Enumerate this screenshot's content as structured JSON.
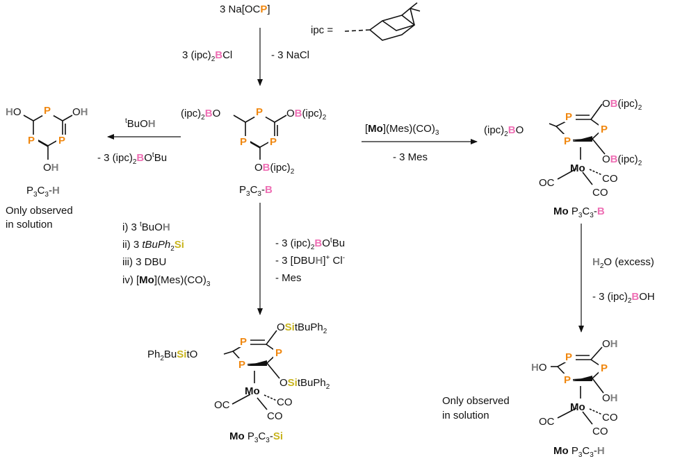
{
  "colors": {
    "P": "#f0870f",
    "B": "#ee6fb4",
    "Si": "#c8b41e",
    "H": "#808080",
    "text": "#111111"
  },
  "start": {
    "coef": "3",
    "reagent_pre": "Na[OC",
    "atom": "P",
    "reagent_post": "]"
  },
  "ipc_def": {
    "label": "ipc ="
  },
  "step1": {
    "reagent_pre": "3 (ipc)",
    "sub": "2",
    "atom": "B",
    "reagent_post": "Cl",
    "byproduct": "- 3 NaCl"
  },
  "center": {
    "substituent_pre": "(ipc)",
    "substituent_sub": "2",
    "boron": "B",
    "oxygen": "O",
    "phosphorus": "P",
    "right_substituent": "(ipc)",
    "right_sub": "2",
    "label_pre": "P",
    "label_sub1": "3",
    "label_mid": "C",
    "label_sub2": "3",
    "label_dash": "-",
    "label_atom": "B"
  },
  "left_arrow": {
    "reagent_sup": "t",
    "reagent_pre": "BuO",
    "reagent_atom": "H",
    "byproduct_pre": "- 3 (ipc)",
    "byproduct_sub": "2",
    "byproduct_atom": "B",
    "byproduct_post": "O",
    "byproduct_sup": "t",
    "byproduct_end": "Bu"
  },
  "left_product": {
    "oh": "OH",
    "o": "O",
    "h": "H",
    "label_pre": "P",
    "label_sub1": "3",
    "label_mid": "C",
    "label_sub2": "3",
    "label_dash": "-",
    "label_atom": "H",
    "note_line1": "Only observed",
    "note_line2": "in solution"
  },
  "right_arrow": {
    "reagent_open": "[",
    "reagent_mo": "Mo",
    "reagent_post": "](Mes)(CO)",
    "reagent_sub": "3",
    "byproduct": "- 3 Mes"
  },
  "mo_b": {
    "mo": "Mo",
    "co": "CO",
    "oc": "OC",
    "label_mo": "Mo",
    "label_pre": "P",
    "label_sub1": "3",
    "label_mid": "C",
    "label_sub2": "3",
    "label_dash": "-",
    "label_atom": "B"
  },
  "down_right_arrow": {
    "reagent_pre": "H",
    "reagent_sub": "2",
    "reagent_post": "O (excess)",
    "byproduct_pre": "- 3 (ipc)",
    "byproduct_sub": "2",
    "byproduct_atom": "B",
    "byproduct_post": "OH"
  },
  "mo_h": {
    "ho": "HO",
    "oh": "OH",
    "label_mo": "Mo",
    "label_pre": "P",
    "label_sub1": "3",
    "label_mid": "C",
    "label_sub2": "3",
    "label_dash": "-",
    "label_atom": "H",
    "note_line1": "Only observed",
    "note_line2": "in solution"
  },
  "down_center_arrow": {
    "left_steps": [
      {
        "num": "i) 3 ",
        "sup": "t",
        "pre": "BuO",
        "atom": "H",
        "post": ""
      },
      {
        "num": "ii) 3 ",
        "sup": "",
        "pre": "tBuPh",
        "sub": "2",
        "atom": "Si",
        "post": ""
      },
      {
        "num": "iii) 3 DBU"
      },
      {
        "num": "iv) [",
        "mo": "Mo",
        "post": "](Mes)(CO)",
        "sub": "3"
      }
    ],
    "right_lines": [
      {
        "pre": "- 3 (ipc)",
        "sub": "2",
        "atom": "B",
        "post": "O",
        "sup": "t",
        "end": "Bu"
      },
      {
        "pre": "- 3 [DBU",
        "atom": "H",
        "post": "]",
        "sup": "+",
        "end": " Cl",
        "sup2": "-"
      },
      {
        "pre": "- Mes"
      }
    ]
  },
  "mo_si": {
    "si_group_left_pre": "Ph",
    "si_group_left_sub": "2",
    "si_group_left_mid": "Bu",
    "si_atom": "Si",
    "si_group_left_end": "tO",
    "si_group_right_o": "O",
    "si_group_right_end": "tBuPh",
    "si_group_right_sub": "2",
    "label_mo": "Mo",
    "label_pre": "P",
    "label_sub1": "3",
    "label_mid": "C",
    "label_sub2": "3",
    "label_dash": "-",
    "label_atom": "Si"
  }
}
